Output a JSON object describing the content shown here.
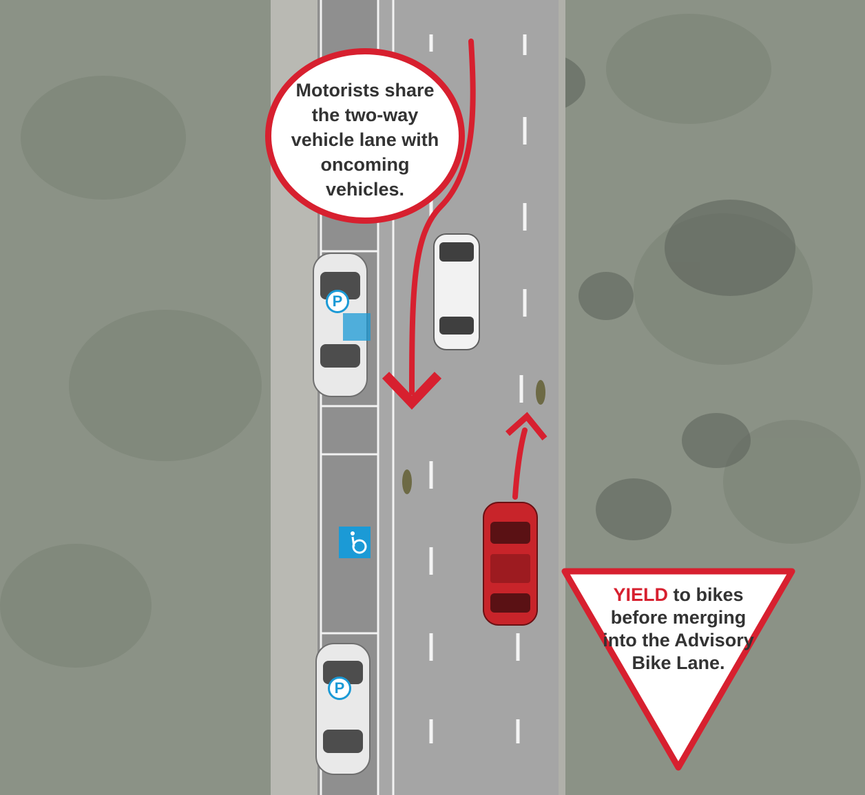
{
  "callout": {
    "text": "Motorists share the two-way vehicle lane with oncoming vehicles."
  },
  "yield_sign": {
    "highlight": "YIELD",
    "text": " to bikes before merging into the Advisory Bike Lane."
  },
  "parking_badge_1": {
    "label": "P"
  },
  "parking_badge_2": {
    "label": "P"
  },
  "colors": {
    "accent_red": "#d7202f",
    "parking_blue": "#1b9ad6",
    "road_gray": "#a9a9a9",
    "grass": "#8a9186"
  },
  "icons": [
    "wheelchair-icon",
    "parking-icon",
    "yield-sign",
    "bicycle-icon",
    "car-icon"
  ]
}
